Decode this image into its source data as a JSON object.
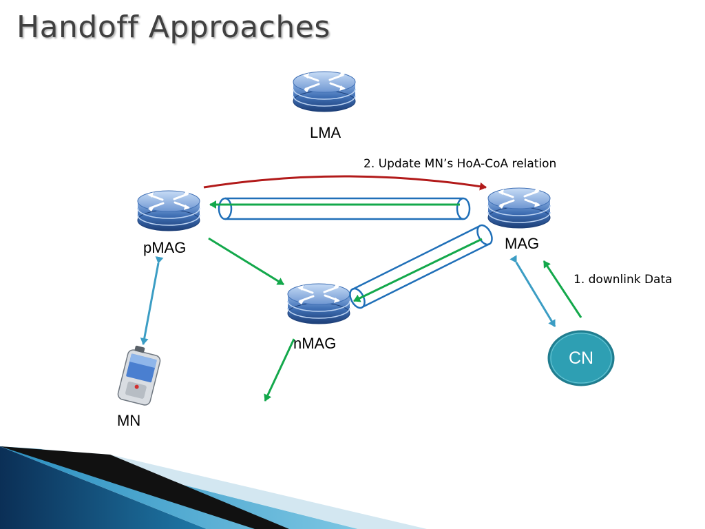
{
  "title": "Handoff Approaches",
  "nodes": {
    "lma": {
      "label": "LMA",
      "icon": "router-icon"
    },
    "pmag": {
      "label": "pMAG",
      "icon": "router-icon"
    },
    "mag": {
      "label": "MAG",
      "icon": "router-icon"
    },
    "nmag": {
      "label": "nMAG",
      "icon": "router-icon"
    },
    "mn": {
      "label": "MN",
      "icon": "mobile-phone-icon"
    },
    "cn": {
      "label": "CN"
    }
  },
  "annotations": {
    "update": "2. Update MN’s HoA-CoA relation",
    "downlink": "1. downlink Data"
  },
  "colors": {
    "router_body": "#3f6fb4",
    "tunnel": "#1f6fb8",
    "data_arrow": "#13a84b",
    "signal_arrow": "#3b9dc4",
    "update_arrow": "#b21a1a",
    "cn_fill": "#2e9fb3"
  }
}
